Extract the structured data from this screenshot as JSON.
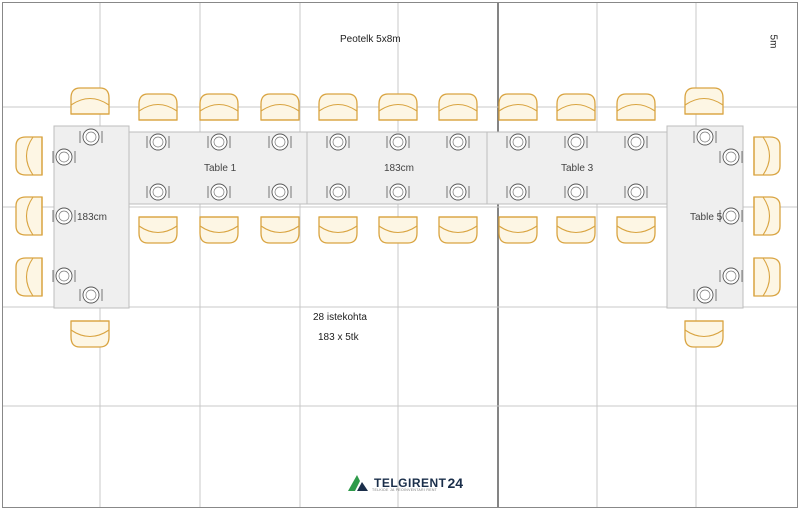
{
  "title": "Peotelk 5x8m",
  "side_label": "5m",
  "tables": {
    "t1": "Table 1",
    "t3": "Table 3",
    "t5": "Table 5",
    "center_length": "183cm",
    "left_length": "183cm"
  },
  "info": {
    "seats": "28 istekohta",
    "tables_spec": "183 x 5tk"
  },
  "logo": {
    "name": "TELGIRENT",
    "number": "24",
    "tagline": "TELKIDE JA PEOINVENTARI RENT"
  },
  "colors": {
    "chair_stroke": "#d9a441",
    "chair_fill": "#fdf6e4",
    "table_fill": "#efefef",
    "table_stroke": "#bdbdbd",
    "grid": "#c8c8c8",
    "center_line": "#666666",
    "logo_green": "#2e9a4a",
    "logo_navy": "#1a2e4a"
  }
}
